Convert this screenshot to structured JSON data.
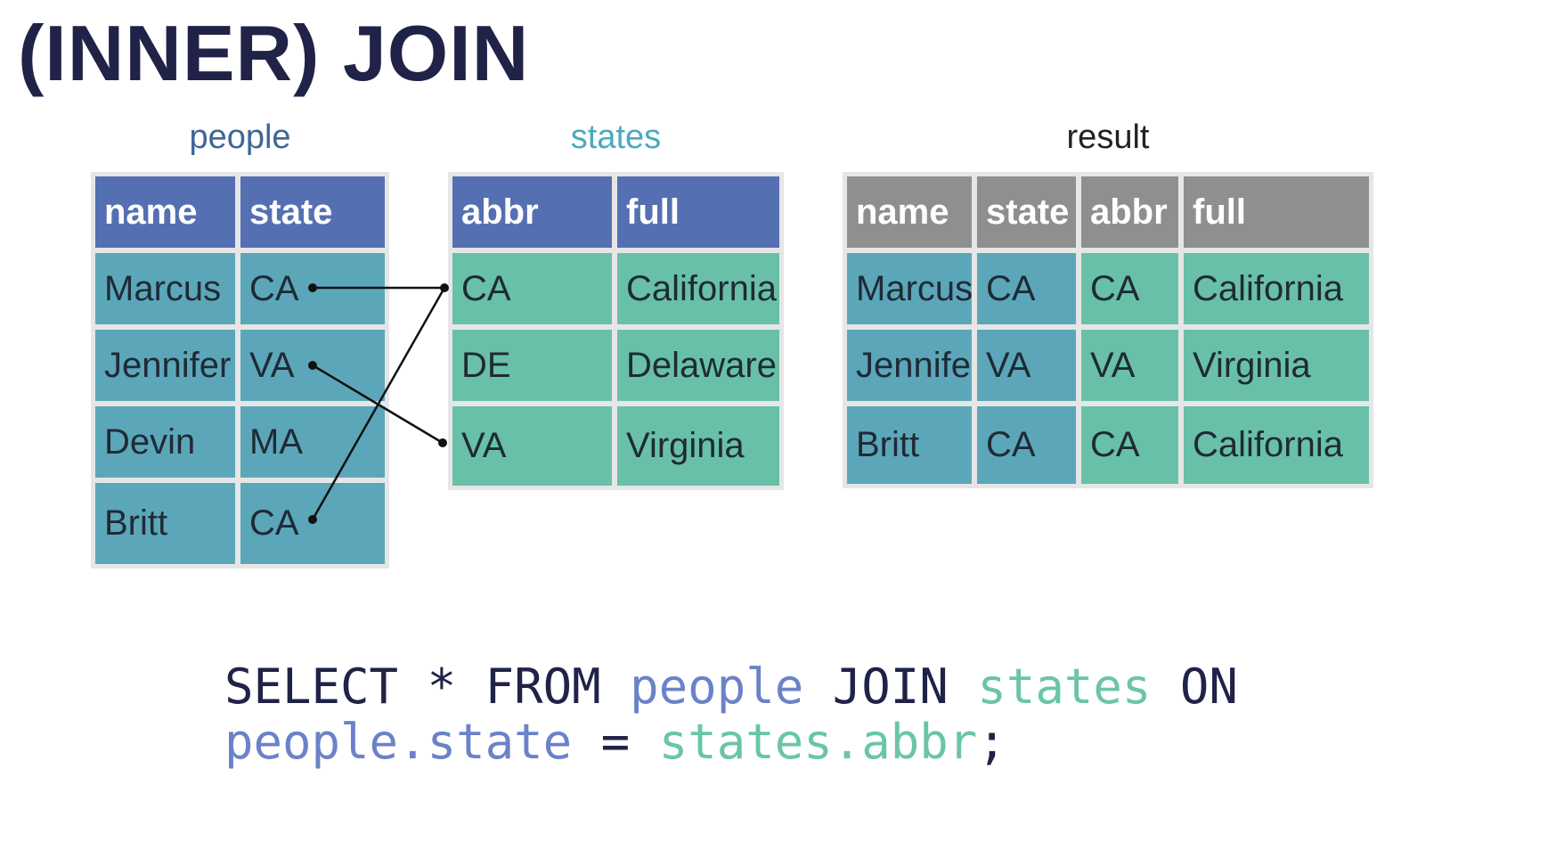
{
  "title": "(INNER) JOIN",
  "colors": {
    "title": "#202347",
    "people_accent": "#3f6694",
    "states_accent": "#4aabbd",
    "result_caption": "#222222",
    "header_blue": "#5570b2",
    "header_gray": "#8f8f8f",
    "cell_teal": "#5ba7b9",
    "cell_mint": "#68c0a8",
    "sql_keyword": "#202347",
    "sql_people": "#6b82c8",
    "sql_states": "#6ac5a8"
  },
  "tables": {
    "people": {
      "caption": "people",
      "columns": [
        "name",
        "state"
      ],
      "rows": [
        [
          "Marcus",
          "CA"
        ],
        [
          "Jennifer",
          "VA"
        ],
        [
          "Devin",
          "MA"
        ],
        [
          "Britt",
          "CA"
        ]
      ]
    },
    "states": {
      "caption": "states",
      "columns": [
        "abbr",
        "full"
      ],
      "rows": [
        [
          "CA",
          "California"
        ],
        [
          "DE",
          "Delaware"
        ],
        [
          "VA",
          "Virginia"
        ]
      ]
    },
    "result": {
      "caption": "result",
      "columns": [
        "name",
        "state",
        "abbr",
        "full"
      ],
      "rows": [
        [
          "Marcus",
          "CA",
          "CA",
          "California"
        ],
        [
          "Jennifer",
          "VA",
          "VA",
          "Virginia"
        ],
        [
          "Britt",
          "CA",
          "CA",
          "California"
        ]
      ]
    }
  },
  "sql": {
    "line1": [
      {
        "text": "SELECT * FROM ",
        "role": "keyword"
      },
      {
        "text": "people",
        "role": "people"
      },
      {
        "text": " JOIN ",
        "role": "keyword"
      },
      {
        "text": "states",
        "role": "states"
      },
      {
        "text": " ON",
        "role": "keyword"
      }
    ],
    "line2": [
      {
        "text": "people.state",
        "role": "people"
      },
      {
        "text": " = ",
        "role": "keyword"
      },
      {
        "text": "states.abbr",
        "role": "states"
      },
      {
        "text": ";",
        "role": "keyword"
      }
    ]
  }
}
